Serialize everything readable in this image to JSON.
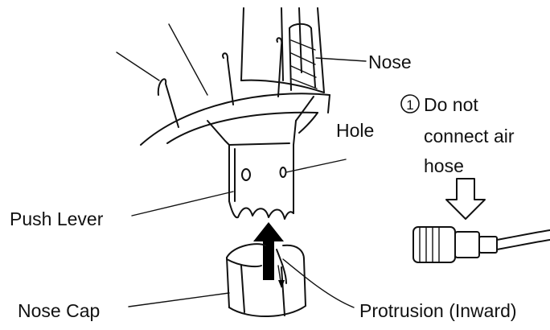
{
  "labels": {
    "nose": "Nose",
    "note_number": "1",
    "note_line1": "Do not",
    "note_line2": "connect air",
    "note_line3": "hose",
    "hole": "Hole",
    "push_lever": "Push Lever",
    "nose_cap": "Nose Cap",
    "protrusion": "Protrusion (Inward)"
  },
  "colors": {
    "ink": "#111111",
    "background": "#ffffff",
    "arrow_fill": "#000000"
  },
  "icons": [
    "circled-number-icon",
    "down-arrow-icon",
    "up-arrow-icon"
  ]
}
